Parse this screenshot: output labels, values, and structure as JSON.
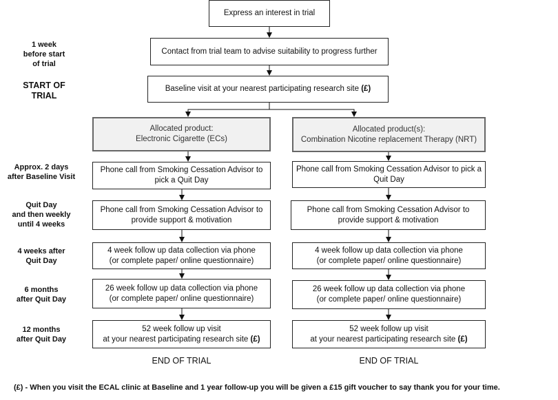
{
  "steps": {
    "interest": "Express an interest in trial",
    "contact": "Contact from trial team to advise suitability to progress further",
    "baseline": "Baseline visit at your nearest participating research site",
    "pound": "(£)"
  },
  "left": {
    "product_line1": "Allocated product:",
    "product_line2": "Electronic Cigarette (ECs)",
    "call1": "Phone call from Smoking Cessation Advisor to pick a Quit Day",
    "call2": "Phone call from Smoking Cessation Advisor to provide support & motivation",
    "fu4_line1": "4 week follow up data collection via phone",
    "fu4_line2": "(or complete paper/ online questionnaire)",
    "fu26_line1": "26 week follow up data collection via phone",
    "fu26_line2": "(or complete paper/ online questionnaire)",
    "fu52_line1": "52 week follow up visit",
    "fu52_line2": "at your nearest participating research site",
    "end": "END OF TRIAL"
  },
  "right": {
    "product_line1": "Allocated product(s):",
    "product_line2": "Combination Nicotine replacement Therapy (NRT)",
    "call1": "Phone call from Smoking Cessation Advisor to pick a Quit Day",
    "call2": "Phone call from Smoking Cessation Advisor to provide support & motivation",
    "fu4_line1": "4 week follow up data collection via phone",
    "fu4_line2": "(or complete paper/ online questionnaire)",
    "fu26_line1": "26 week follow up data collection via phone",
    "fu26_line2": "(or complete paper/ online questionnaire)",
    "fu52_line1": "52 week follow up visit",
    "fu52_line2": "at your nearest participating research site",
    "end": "END OF TRIAL"
  },
  "timeline": {
    "week_before": [
      "1 week",
      "before start",
      "of trial"
    ],
    "start": [
      "START OF",
      "TRIAL"
    ],
    "approx": [
      "Approx. 2 days",
      "after Baseline Visit"
    ],
    "quit_day": [
      "Quit Day",
      "and then weekly",
      "until 4 weeks"
    ],
    "four_weeks": [
      "4 weeks after",
      "Quit Day"
    ],
    "six_months": [
      "6 months",
      "after Quit Day"
    ],
    "twelve_months": [
      "12 months",
      "after Quit Day"
    ]
  },
  "footnote": "(£)   -   When you visit the ECAL clinic at Baseline and 1 year follow-up you will be given a £15 gift voucher to say thank you for your time."
}
